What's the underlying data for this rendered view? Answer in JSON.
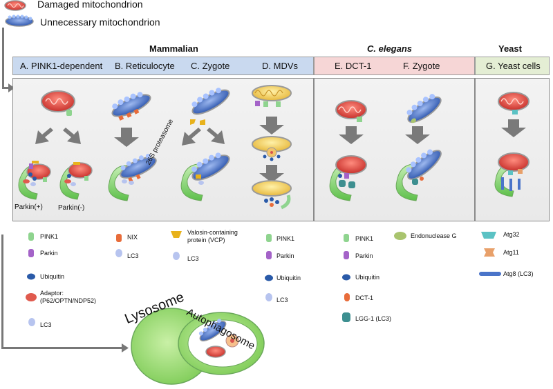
{
  "legend_top": {
    "damaged": "Damaged mitochondrion",
    "unnecessary": "Unnecessary mitochondrion"
  },
  "groups": {
    "mammalian": "Mammalian",
    "celegans": "C. elegans",
    "yeast": "Yeast"
  },
  "columns": {
    "a": "A. PINK1-dependent",
    "b": "B. Reticulocyte",
    "c": "C. Zygote",
    "d": "D. MDVs",
    "e": "E. DCT-1",
    "f": "F. Zygote",
    "g": "G. Yeast cells"
  },
  "panel_labels": {
    "parkin_plus": "Parkin(+)",
    "parkin_minus": "Parkin(-)",
    "proteasome": "26S proteasome"
  },
  "legend_bottom": {
    "a": [
      "PINK1",
      "Parkin",
      "Ubiquitin",
      "Adaptor:",
      "(P62/OPTN/NDP52)",
      "LC3"
    ],
    "b": [
      "NIX",
      "LC3"
    ],
    "c": [
      "Valosin-containing",
      "protein (VCP)",
      "LC3"
    ],
    "d": [
      "PINK1",
      "Parkin",
      "Ubiquitin",
      "LC3"
    ],
    "e": [
      "PINK1",
      "Parkin",
      "Ubiquitin",
      "DCT-1",
      "LGG-1 (LC3)"
    ],
    "f": [
      "Endonuclease G"
    ],
    "g": [
      "Atg32",
      "Atg11",
      "Atg8 (LC3)"
    ]
  },
  "lysosome": {
    "lysosome_label": "Lysosome",
    "autophagosome_label": "Autophagosome"
  },
  "colors": {
    "mammalian_header": "#c9d9ef",
    "celegans_header": "#f6d6d6",
    "yeast_header": "#e4eed4",
    "damaged": "#d9534f",
    "unnecessary": "#4a74c9",
    "pink1": "#8fd48f",
    "parkin": "#a463c8",
    "ubiquitin": "#2a5aa8",
    "vcp": "#e8b21c",
    "lysosome": "#9ad67c"
  }
}
